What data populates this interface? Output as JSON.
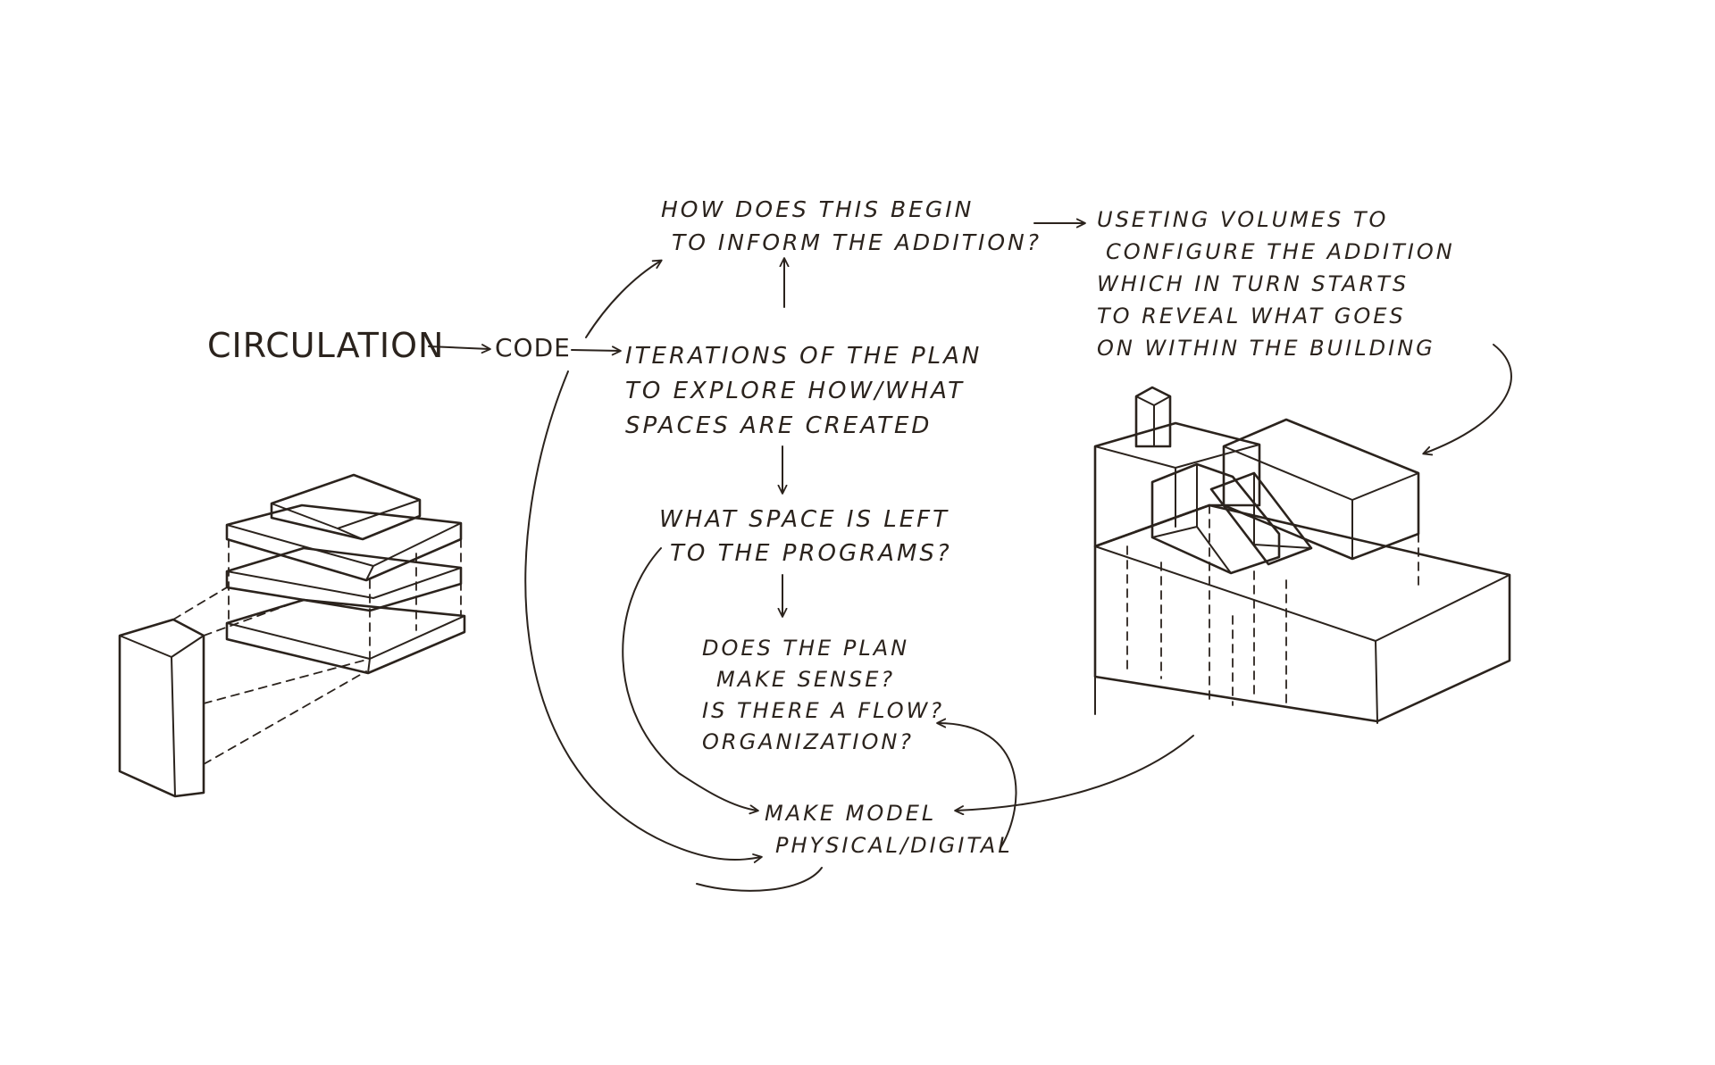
{
  "diagram": {
    "ink_color": "#2b231d",
    "paper_color": "#ffffff",
    "nodes": {
      "circulation": [
        "CIRCULATION"
      ],
      "code": [
        "CODE"
      ],
      "inform_question": [
        "HOW DOES THIS BEGIN",
        "TO INFORM THE ADDITION?"
      ],
      "iterations": [
        "ITERATIONS OF THE PLAN",
        "TO EXPLORE HOW/WHAT",
        "SPACES ARE CREATED"
      ],
      "using_volumes": [
        "USETING VOLUMES TO",
        "CONFIGURE THE ADDITION",
        "WHICH IN TURN STARTS",
        "TO REVEAL WHAT GOES",
        "ON WITHIN THE BUILDING"
      ],
      "space_left": [
        "WHAT SPACE IS LEFT",
        "TO THE PROGRAMS?"
      ],
      "plan_sense": [
        "DOES THE PLAN",
        "MAKE SENSE?",
        "IS THERE A FLOW?",
        "ORGANIZATION?"
      ],
      "make_model": [
        "MAKE MODEL",
        "PHYSICAL/DIGITAL"
      ]
    }
  }
}
